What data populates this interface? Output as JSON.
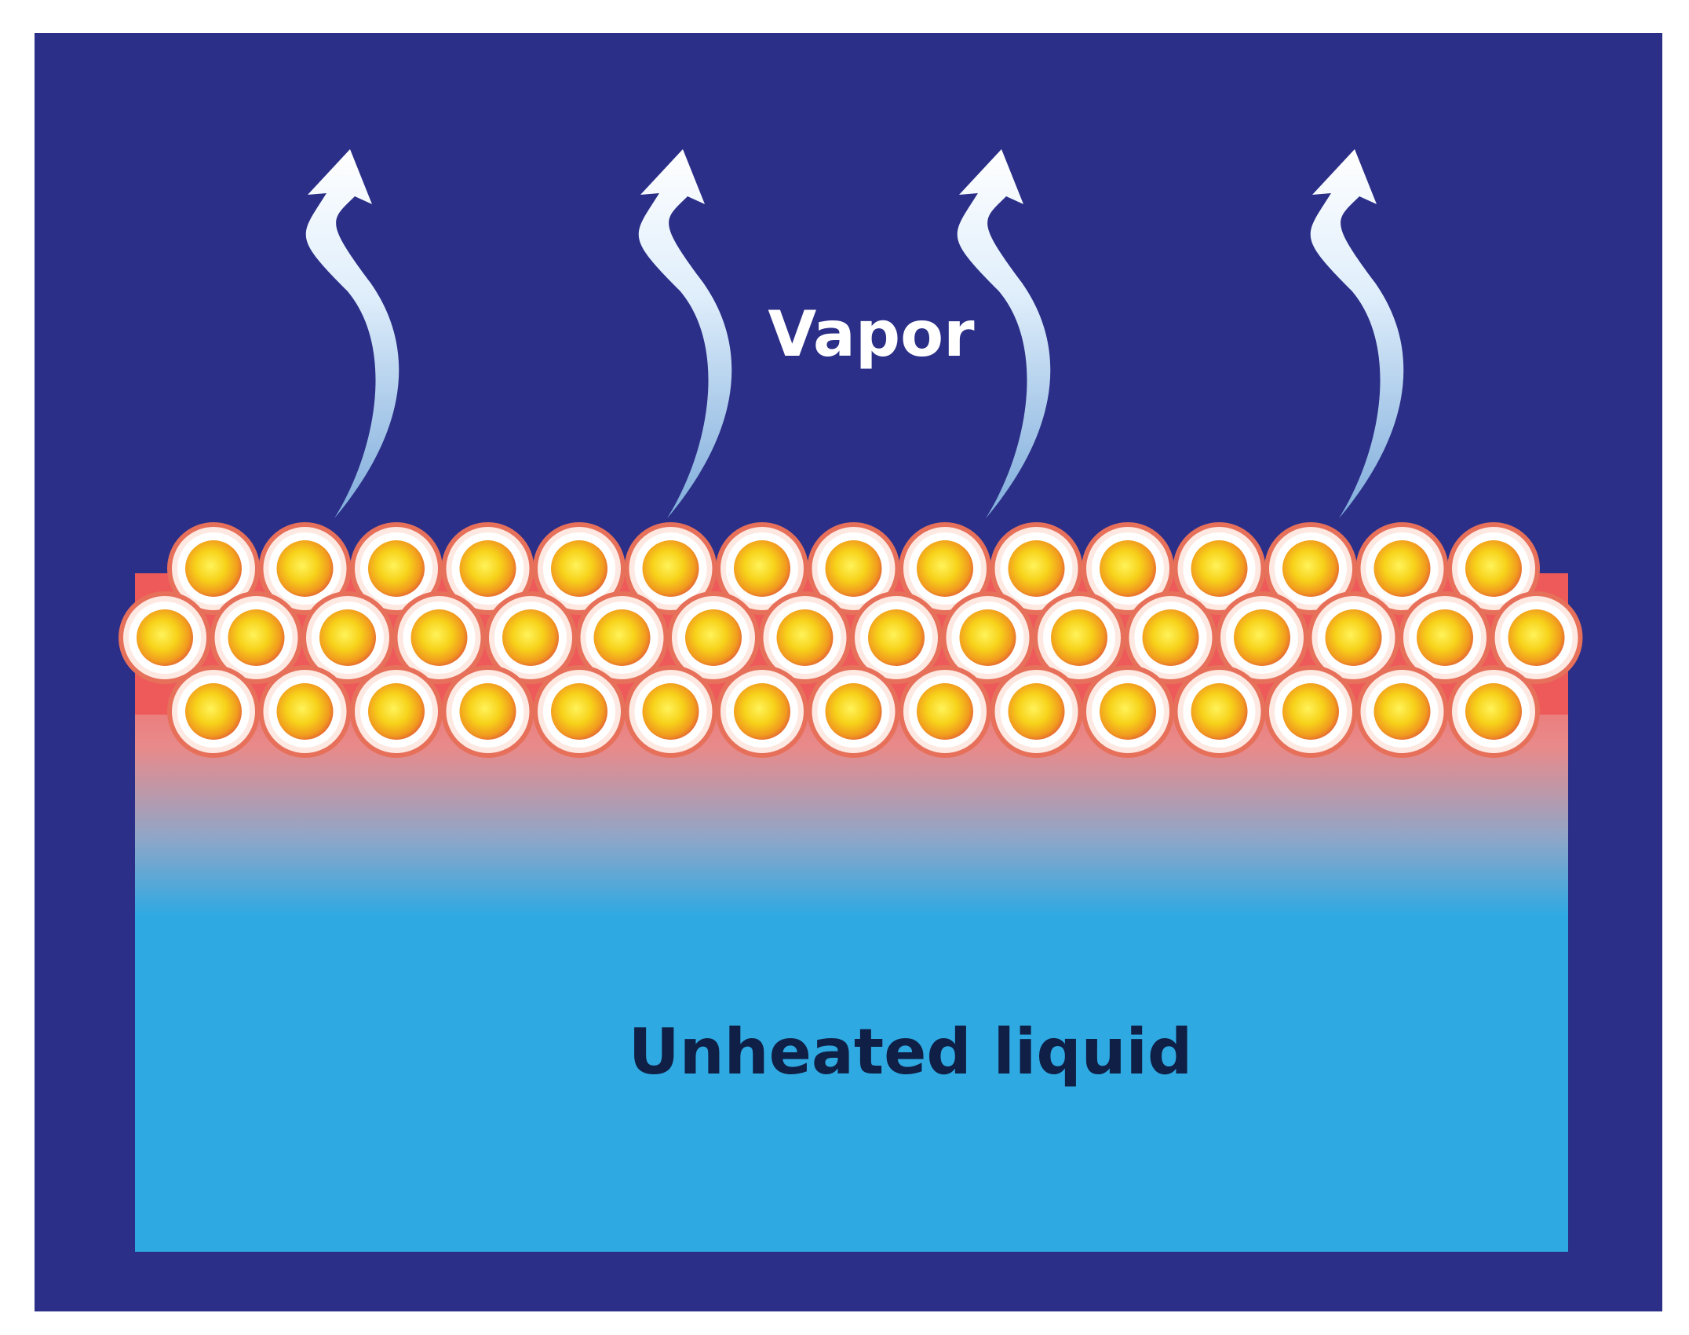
{
  "labels": {
    "vapor": "Vapor",
    "liquid": "Unheated liquid"
  },
  "bundle": {
    "rows": [
      15,
      16,
      15
    ]
  },
  "vapor_arrows": 4,
  "colors": {
    "frame": "#2b2f88",
    "liquid": "#2fa9e2",
    "heated_zone": "#ee5a5a",
    "tube_core": "#f7d21a",
    "tube_ring": "#e25a3a",
    "arrow_top": "#ffffff",
    "arrow_bottom": "#8fc3ea"
  }
}
